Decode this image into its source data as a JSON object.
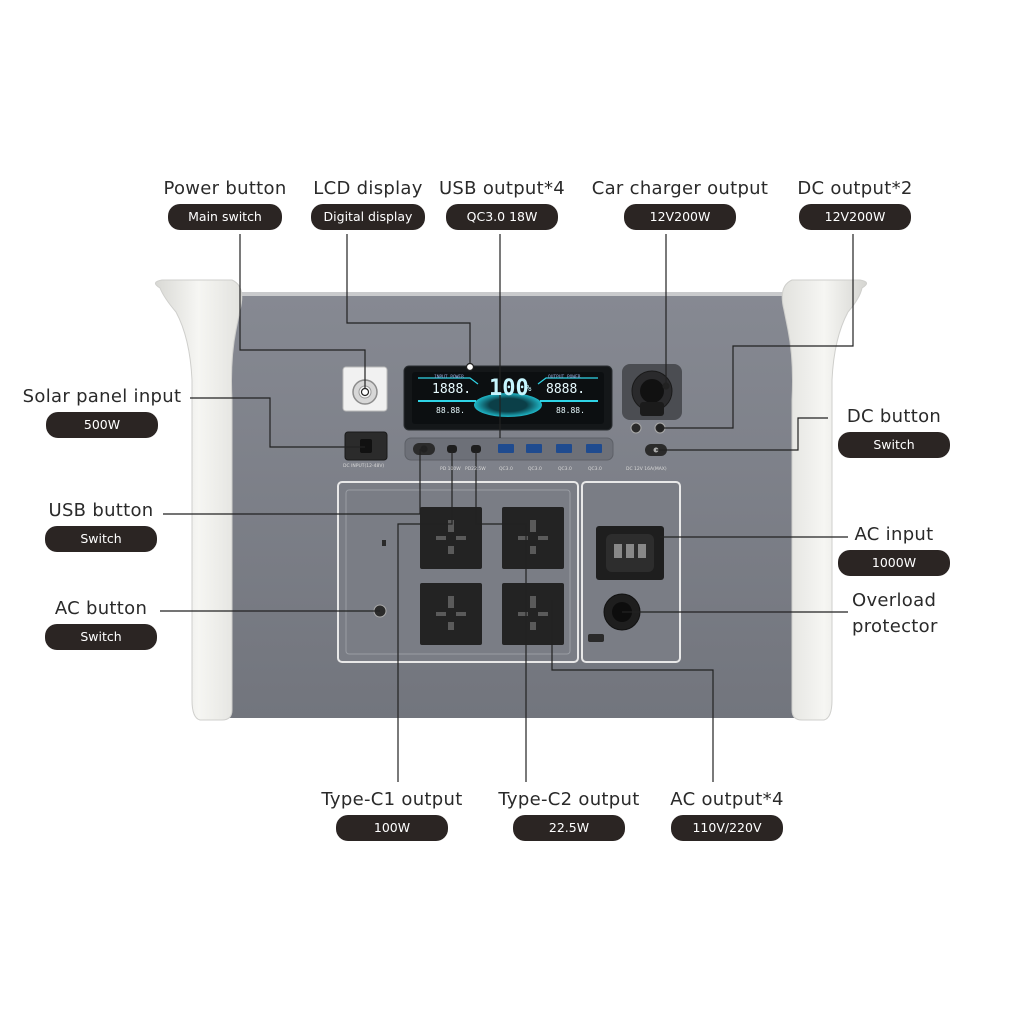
{
  "callouts": {
    "power_button": {
      "title": "Power button",
      "pill": "Main switch"
    },
    "lcd_display": {
      "title": "LCD display",
      "pill": "Digital display"
    },
    "usb_output": {
      "title": "USB output*4",
      "pill": "QC3.0 18W"
    },
    "car_charger": {
      "title": "Car charger output",
      "pill": "12V200W"
    },
    "dc_output": {
      "title": "DC output*2",
      "pill": "12V200W"
    },
    "solar_input": {
      "title": "Solar panel input",
      "pill": "500W"
    },
    "dc_button": {
      "title": "DC button",
      "pill": "Switch"
    },
    "usb_button": {
      "title": "USB button",
      "pill": "Switch"
    },
    "ac_input": {
      "title": "AC input",
      "pill": "1000W"
    },
    "ac_button": {
      "title": "AC button",
      "pill": "Switch"
    },
    "overload": {
      "title_line1": "Overload",
      "title_line2": "protector"
    },
    "type_c1": {
      "title": "Type-C1 output",
      "pill": "100W"
    },
    "type_c2": {
      "title": "Type-C2 output",
      "pill": "22.5W"
    },
    "ac_output": {
      "title": "AC output*4",
      "pill": "110V/220V"
    }
  },
  "lcd": {
    "input_label": "INPUT POWER",
    "output_label": "OUTPUT POWER",
    "input_value": "1888.",
    "output_value": "8888.",
    "battery_percent": "100",
    "percent_sign": "%",
    "left_small": "88.88.",
    "right_small": "88.88."
  },
  "panel_labels": {
    "dc_input": "DC INPUT(12-48V)",
    "pd": "PD 100W",
    "pd2": "PD22.5W",
    "qc1": "QC3.0",
    "qc2": "QC3.0",
    "qc3": "QC3.0",
    "qc4": "QC3.0",
    "dc_out": "DC 12V 16A(MAX)"
  },
  "colors": {
    "panel": "#7c7f87",
    "panel_dark": "#6d7078",
    "shell": "#f2f2ef",
    "pill": "#2b2523",
    "lcd_accent": "#2fd4e6",
    "line": "#222222"
  }
}
